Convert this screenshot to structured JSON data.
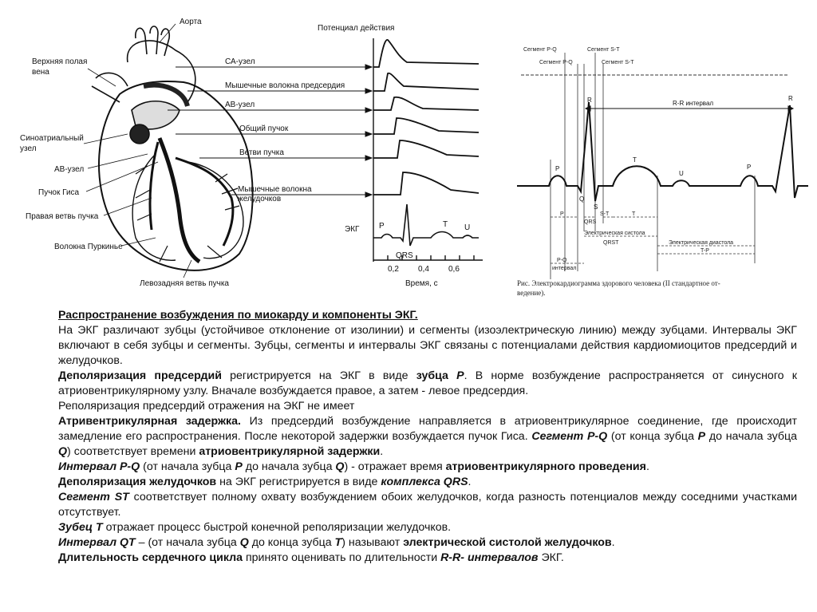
{
  "left_figure": {
    "labels": {
      "aorta": "Аорта",
      "svc": "Верхняя полая вена",
      "svc_1": "Верхняя полая",
      "svc_2": "вена",
      "sa_node_side": "Синоатриальный узел",
      "sa_1": "Синоатриальный",
      "sa_2": "узел",
      "av_node": "АВ-узел",
      "his": "Пучок Гиса",
      "right_branch": "Правая ветвь пучка",
      "purkinje": "Волокна Пуркинье",
      "left_post_branch": "Левозадняя ветвь пучка",
      "action_potential": "Потенциал действия",
      "sa_node": "СА-узел",
      "atrial_muscle": "Мышечные волокна предсердия",
      "av_node_r": "АВ-узел",
      "common_bundle": "Общий пучок",
      "bundle_branches": "Ветви пучка",
      "ventr_muscle_1": "Мышечные волокна",
      "ventr_muscle_2": "желудочков",
      "ecg": "ЭКГ",
      "p": "P",
      "t": "T",
      "u": "U",
      "qrs": "QRS",
      "time": "Время, с",
      "tick_02": "0,2",
      "tick_04": "0,4",
      "tick_06": "0,6"
    }
  },
  "right_figure": {
    "labels": {
      "seg_pq_top": "Сегмент P-Q",
      "seg_st_top": "Сегмент S-T",
      "seg_pq_2": "Сегмент P-Q",
      "seg_st_2": "Сегмент S-T",
      "rr": "R-R интервал",
      "r1": "R",
      "r2": "R",
      "p1": "P",
      "p2": "P",
      "t": "T",
      "u": "U",
      "q": "Q",
      "s": "S",
      "p_int": "P",
      "qrs_int": "QRS",
      "st_int": "S-T",
      "t_int": "T",
      "el_systole": "Электрическая систола",
      "qrst": "QRST",
      "el_diastole": "Электрическая диастола",
      "tp": "T-P",
      "pq_int_1": "P-Q",
      "pq_int_2": "интервал",
      "caption_1": "Рис.     Электрокардиограмма здорового человека (II стандартное от-",
      "caption_2": "ведение)."
    }
  },
  "text": {
    "title": "Распространение возбуждения по миокарду и компоненты ЭКГ.",
    "p1": "На ЭКГ различают зубцы (устойчивое отклонение от изолинии) и сегменты (изоэлектрическую линию) между зубцами. Интервалы ЭКГ включают в себя зубцы и сегменты. Зубцы, сегменты и интервалы ЭКГ связаны с потенциалами действия кардиомиоцитов предсердий и желудочков.",
    "p2_b": "Деполяризация предсердий",
    "p2_a": " регистрируется на ЭКГ в виде ",
    "p2_b2": "зубца ",
    "p2_bi": "Р",
    "p2_c": ". В норме возбуждение распространяется от синусного к атриовентрикулярному узлу. Вначале возбуждается правое, а затем  - левое предсердия.",
    "p3": "Реполяризация предсердий отражения на ЭКГ не имеет",
    "p4_b": "Атривентрикулярная задержка.",
    "p4_a": " Из предсердий возбуждение направляется в атриовентрикулярное соединение, где происходит замедление его распространения. После некоторой  задержки возбуждается пучок Гиса. ",
    "p4_bi": "Сегмент P-Q",
    "p4_c": " (от конца зубца ",
    "p4_bi2": "P",
    "p4_d": " до  начала зубца ",
    "p4_bi3": "Q",
    "p4_e": ") соответствует времени ",
    "p4_b2": "атриовентрикулярной задержки",
    "p4_f": ".",
    "p5_bi": "Интервал P-Q",
    "p5_a": " (от начала зубца ",
    "p5_bi2": "P",
    "p5_b": " до  начала зубца ",
    "p5_bi3": "Q",
    "p5_c": ") - отражает время ",
    "p5_b2": "атриовентрикулярного проведения",
    "p5_d": ".",
    "p6_b": "Деполяризация желудочков",
    "p6_a": " на ЭКГ регистрируется в виде ",
    "p6_bi": "комплекса QRS",
    "p6_c": ".",
    "p7_bi": "Сегмент ST",
    "p7_a": " соответствует полному охвату возбуждением обоих желудочков, когда разность потенциалов между соседними участками отсутствует.",
    "p8_bi": "Зубец Т",
    "p8_a": " отражает процесс быстрой конечной реполяризации желудочков.",
    "p9_bi": "Интервал QT",
    "p9_a": " – (от начала зубца ",
    "p9_bi2": "Q",
    "p9_b": " до конца зубца ",
    "p9_bi3": "T",
    "p9_c": ") называют ",
    "p9_b2": "электрической систолой желудочков",
    "p9_d": ".",
    "p10_b": "Длительность сердечного цикла",
    "p10_a": " принято оценивать по длительности ",
    "p10_bi": "R-R- интервалов",
    "p10_c": " ЭКГ."
  }
}
